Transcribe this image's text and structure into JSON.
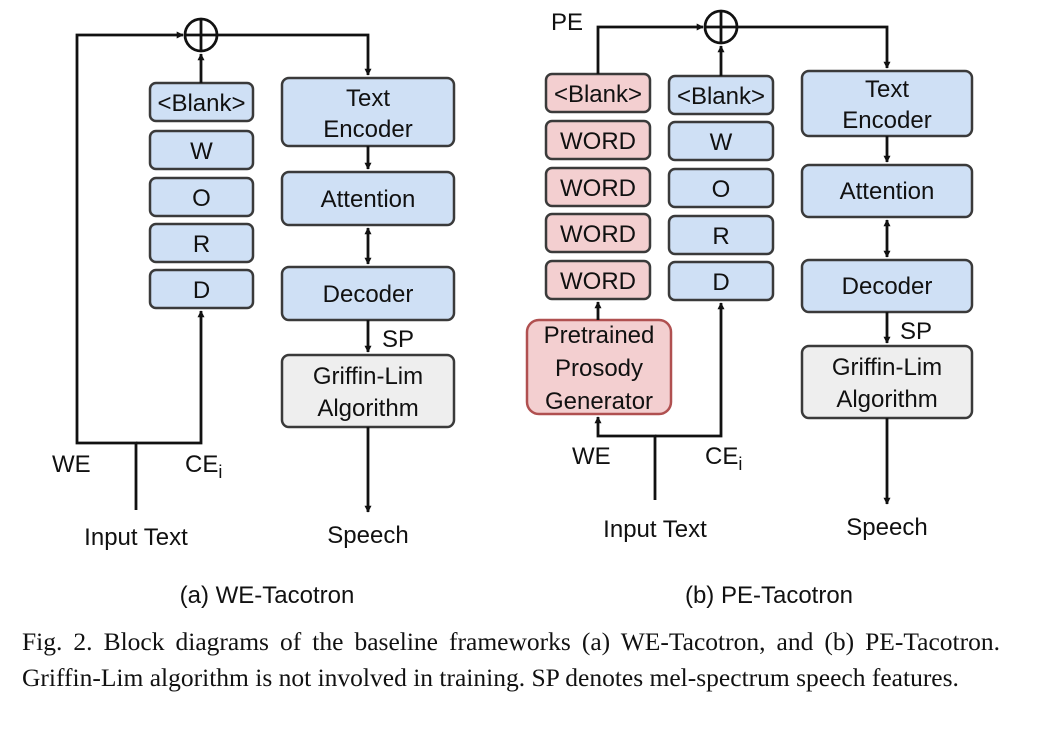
{
  "panel_a": {
    "char_blocks": [
      "<Blank>",
      "W",
      "O",
      "R",
      "D"
    ],
    "text_encoder_line1": "Text",
    "text_encoder_line2": "Encoder",
    "attention": "Attention",
    "decoder": "Decoder",
    "sp": "SP",
    "vocoder_line1": "Griffin-Lim",
    "vocoder_line2": "Algorithm",
    "we": "WE",
    "ce": "CE",
    "ce_sub": "i",
    "input": "Input Text",
    "output": "Speech",
    "subcaption": "(a) WE-Tacotron"
  },
  "panel_b": {
    "pe": "PE",
    "word_blocks": [
      "<Blank>",
      "WORD",
      "WORD",
      "WORD",
      "WORD"
    ],
    "char_blocks": [
      "<Blank>",
      "W",
      "O",
      "R",
      "D"
    ],
    "prosody_line1": "Pretrained",
    "prosody_line2": "Prosody",
    "prosody_line3": "Generator",
    "text_encoder_line1": "Text",
    "text_encoder_line2": "Encoder",
    "attention": "Attention",
    "decoder": "Decoder",
    "sp": "SP",
    "vocoder_line1": "Griffin-Lim",
    "vocoder_line2": "Algorithm",
    "we": "WE",
    "ce": "CE",
    "ce_sub": "i",
    "input": "Input Text",
    "output": "Speech",
    "subcaption": "(b) PE-Tacotron"
  },
  "caption": "Fig. 2.  Block diagrams of the baseline frameworks (a) WE-Tacotron, and (b) PE-Tacotron. Griffin-Lim algorithm is not involved in training. SP denotes mel-spectrum speech features."
}
